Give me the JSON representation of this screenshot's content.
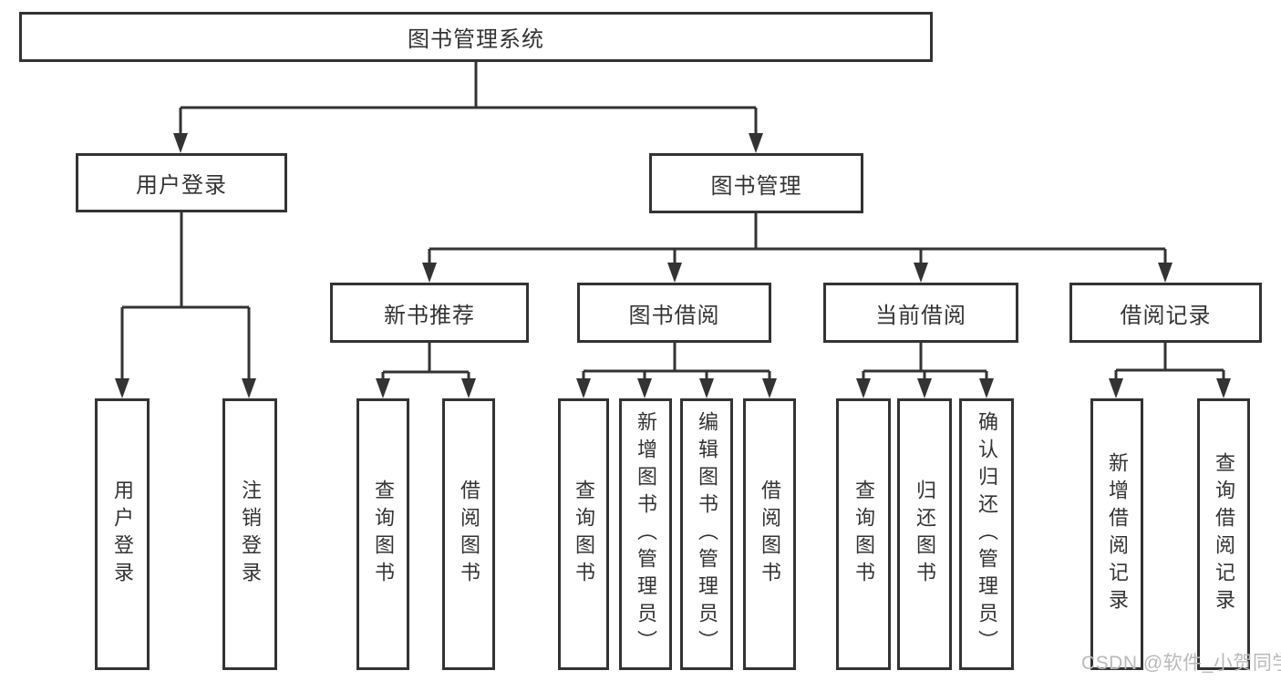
{
  "tree": {
    "root": {
      "label": "图书管理系统",
      "children": [
        {
          "label": "用户登录",
          "children": [
            {
              "label": "用户登录"
            },
            {
              "label": "注销登录"
            }
          ]
        },
        {
          "label": "图书管理",
          "children": [
            {
              "label": "新书推荐",
              "children": [
                {
                  "label": "查询图书"
                },
                {
                  "label": "借阅图书"
                }
              ]
            },
            {
              "label": "图书借阅",
              "children": [
                {
                  "label": "查询图书"
                },
                {
                  "label": "新增图书（管理员）"
                },
                {
                  "label": "编辑图书（管理员）"
                },
                {
                  "label": "借阅图书"
                }
              ]
            },
            {
              "label": "当前借阅",
              "children": [
                {
                  "label": "查询图书"
                },
                {
                  "label": "归还图书"
                },
                {
                  "label": "确认归还（管理员）"
                }
              ]
            },
            {
              "label": "借阅记录",
              "children": [
                {
                  "label": "新增借阅记录"
                },
                {
                  "label": "查询借阅记录"
                }
              ]
            }
          ]
        }
      ]
    }
  },
  "watermark": {
    "text": "CSDN @软件_小贺同学"
  },
  "colors": {
    "line": "#333333",
    "text": "#333333",
    "watermark": "#b9b9b9",
    "background": "#ffffff"
  }
}
